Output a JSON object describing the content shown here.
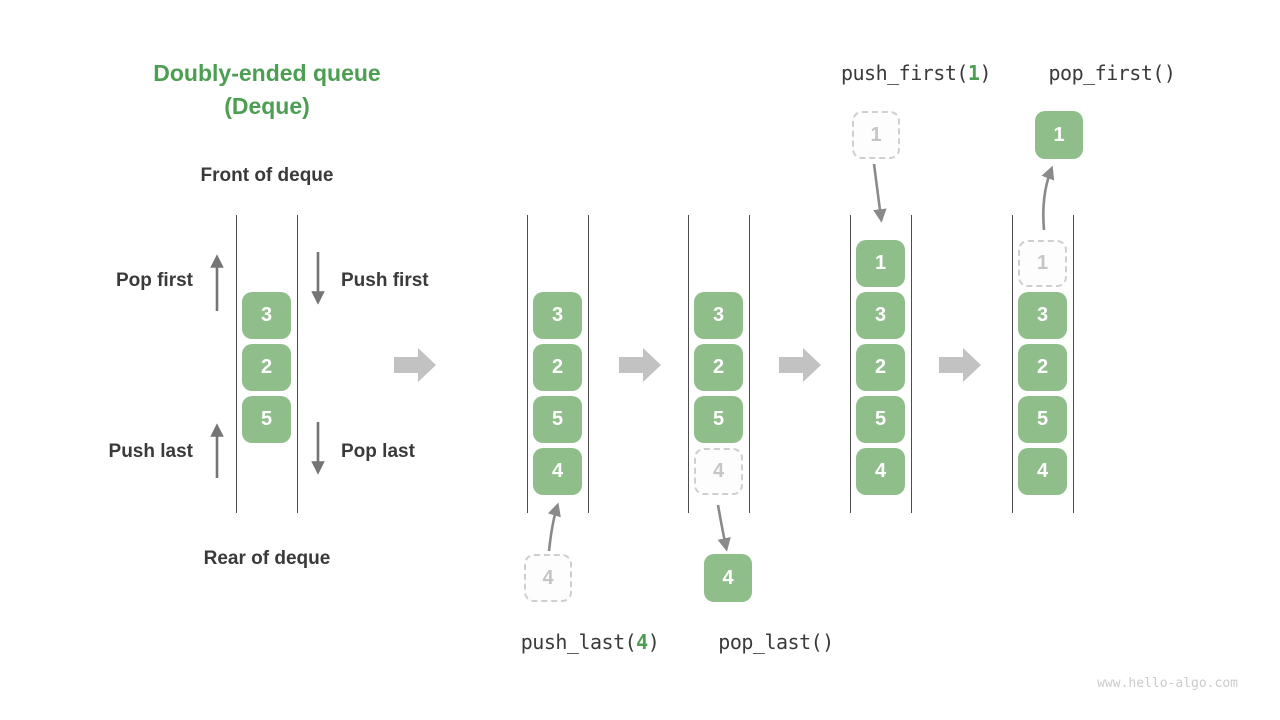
{
  "title": {
    "line1": "Doubly-ended queue",
    "line2": "(Deque)"
  },
  "labels": {
    "front": "Front of deque",
    "rear": "Rear of deque",
    "pop_first": "Pop first",
    "push_first": "Push first",
    "push_last": "Push last",
    "pop_last": "Pop last"
  },
  "ops": {
    "push_first": {
      "pre": "push_first(",
      "arg": "1",
      "suf": ")"
    },
    "pop_first": {
      "text": "pop_first()"
    },
    "push_last": {
      "pre": "push_last(",
      "arg": "4",
      "suf": ")"
    },
    "pop_last": {
      "text": "pop_last()"
    }
  },
  "queues": [
    {
      "id": "initial",
      "cells": [
        {
          "v": "3",
          "ghost": false
        },
        {
          "v": "2",
          "ghost": false
        },
        {
          "v": "5",
          "ghost": false
        }
      ]
    },
    {
      "id": "after-push-last",
      "cells": [
        {
          "v": "3",
          "ghost": false
        },
        {
          "v": "2",
          "ghost": false
        },
        {
          "v": "5",
          "ghost": false
        },
        {
          "v": "4",
          "ghost": false
        }
      ]
    },
    {
      "id": "after-pop-last",
      "cells": [
        {
          "v": "3",
          "ghost": false
        },
        {
          "v": "2",
          "ghost": false
        },
        {
          "v": "5",
          "ghost": false
        },
        {
          "v": "4",
          "ghost": true
        }
      ]
    },
    {
      "id": "after-push-first",
      "cells": [
        {
          "v": "1",
          "ghost": false
        },
        {
          "v": "3",
          "ghost": false
        },
        {
          "v": "2",
          "ghost": false
        },
        {
          "v": "5",
          "ghost": false
        },
        {
          "v": "4",
          "ghost": false
        }
      ]
    },
    {
      "id": "after-pop-first",
      "cells": [
        {
          "v": "1",
          "ghost": true
        },
        {
          "v": "3",
          "ghost": false
        },
        {
          "v": "2",
          "ghost": false
        },
        {
          "v": "5",
          "ghost": false
        },
        {
          "v": "4",
          "ghost": false
        }
      ]
    }
  ],
  "float_boxes": {
    "push_first_in": {
      "v": "1",
      "ghost": true
    },
    "pop_first_out": {
      "v": "1",
      "ghost": false
    },
    "push_last_in": {
      "v": "4",
      "ghost": true
    },
    "pop_last_out": {
      "v": "4",
      "ghost": false
    }
  },
  "icons": {
    "flow_arrow": "block-arrow-right",
    "op_arrow": "thin-arrow"
  },
  "colors": {
    "accent_green": "#4C9E52",
    "box_green": "#8FBE8B",
    "text_dark": "#3a3a3a",
    "wall_gray": "#4d4d4d",
    "ghost_gray": "#cfcfcf",
    "flow_arrow_gray": "#c2c2c2",
    "small_arrow_gray": "#757575"
  },
  "watermark": "www.hello-algo.com"
}
